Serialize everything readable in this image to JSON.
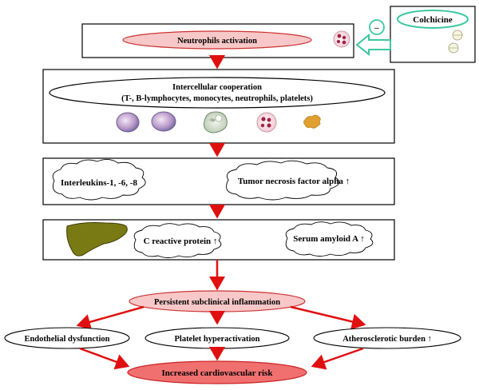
{
  "colchicine": {
    "label": "Colchicine",
    "inhibit_symbol": "–"
  },
  "step1": {
    "label": "Neutrophils activation"
  },
  "step2": {
    "title": "Intercellular cooperation",
    "subtitle": "(T-, B-lymphocytes, monocytes, neutrophils, platelets)"
  },
  "step3": {
    "left": "Interleukins-1, -6, -8",
    "right": "Tumor necrosis factor alpha ↑"
  },
  "step4": {
    "left": "C reactive protein ↑",
    "right": "Serum amyloid A ↑"
  },
  "step5": {
    "label": "Persistent subclinical inflammation"
  },
  "outcomes": {
    "left": "Endothelial dysfunction",
    "center": "Platelet hyperactivation",
    "right": "Atherosclerotic burden ↑"
  },
  "final": {
    "label": "Increased cardiovascular risk"
  },
  "colors": {
    "arrow": "#e01010",
    "pink_fill": "#f8c8c8",
    "pink_stroke": "#cc3333",
    "green": "#3cc8a0",
    "liver": "#7a7a14",
    "final_fill": "#f07070"
  }
}
